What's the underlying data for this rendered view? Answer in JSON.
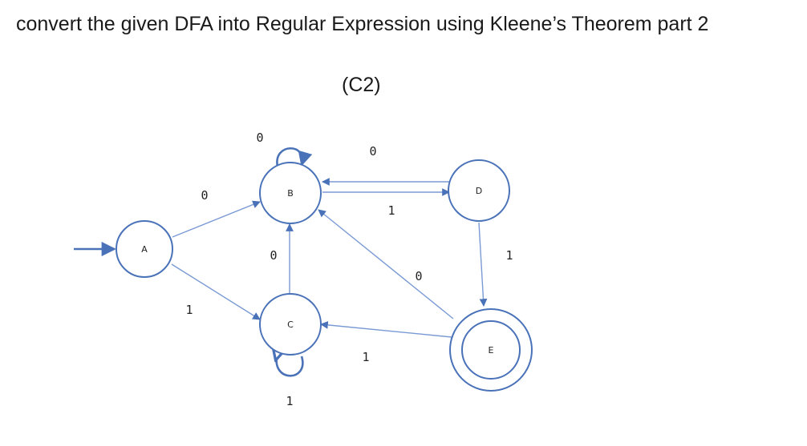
{
  "heading": "convert the given DFA into Regular Expression using Kleene’s Theorem part 2",
  "subheading": "(C2)",
  "colors": {
    "state_stroke": "#4a72b8",
    "edge": "#7a9ad4"
  },
  "states": [
    {
      "id": "A",
      "label": "A",
      "start": true,
      "accepting": false
    },
    {
      "id": "B",
      "label": "B",
      "start": false,
      "accepting": false
    },
    {
      "id": "C",
      "label": "C",
      "start": false,
      "accepting": false
    },
    {
      "id": "D",
      "label": "D",
      "start": false,
      "accepting": false
    },
    {
      "id": "E",
      "label": "E",
      "start": false,
      "accepting": true
    }
  ],
  "transitions": [
    {
      "from": "A",
      "to": "B",
      "symbol": "0"
    },
    {
      "from": "A",
      "to": "C",
      "symbol": "1"
    },
    {
      "from": "B",
      "to": "B",
      "symbol": "0"
    },
    {
      "from": "B",
      "to": "D",
      "symbol": "1"
    },
    {
      "from": "D",
      "to": "B",
      "symbol": "0"
    },
    {
      "from": "C",
      "to": "B",
      "symbol": "0"
    },
    {
      "from": "C",
      "to": "C",
      "symbol": "1"
    },
    {
      "from": "D",
      "to": "E",
      "symbol": "1"
    },
    {
      "from": "E",
      "to": "B",
      "symbol": "0"
    },
    {
      "from": "E",
      "to": "C",
      "symbol": "1"
    }
  ]
}
